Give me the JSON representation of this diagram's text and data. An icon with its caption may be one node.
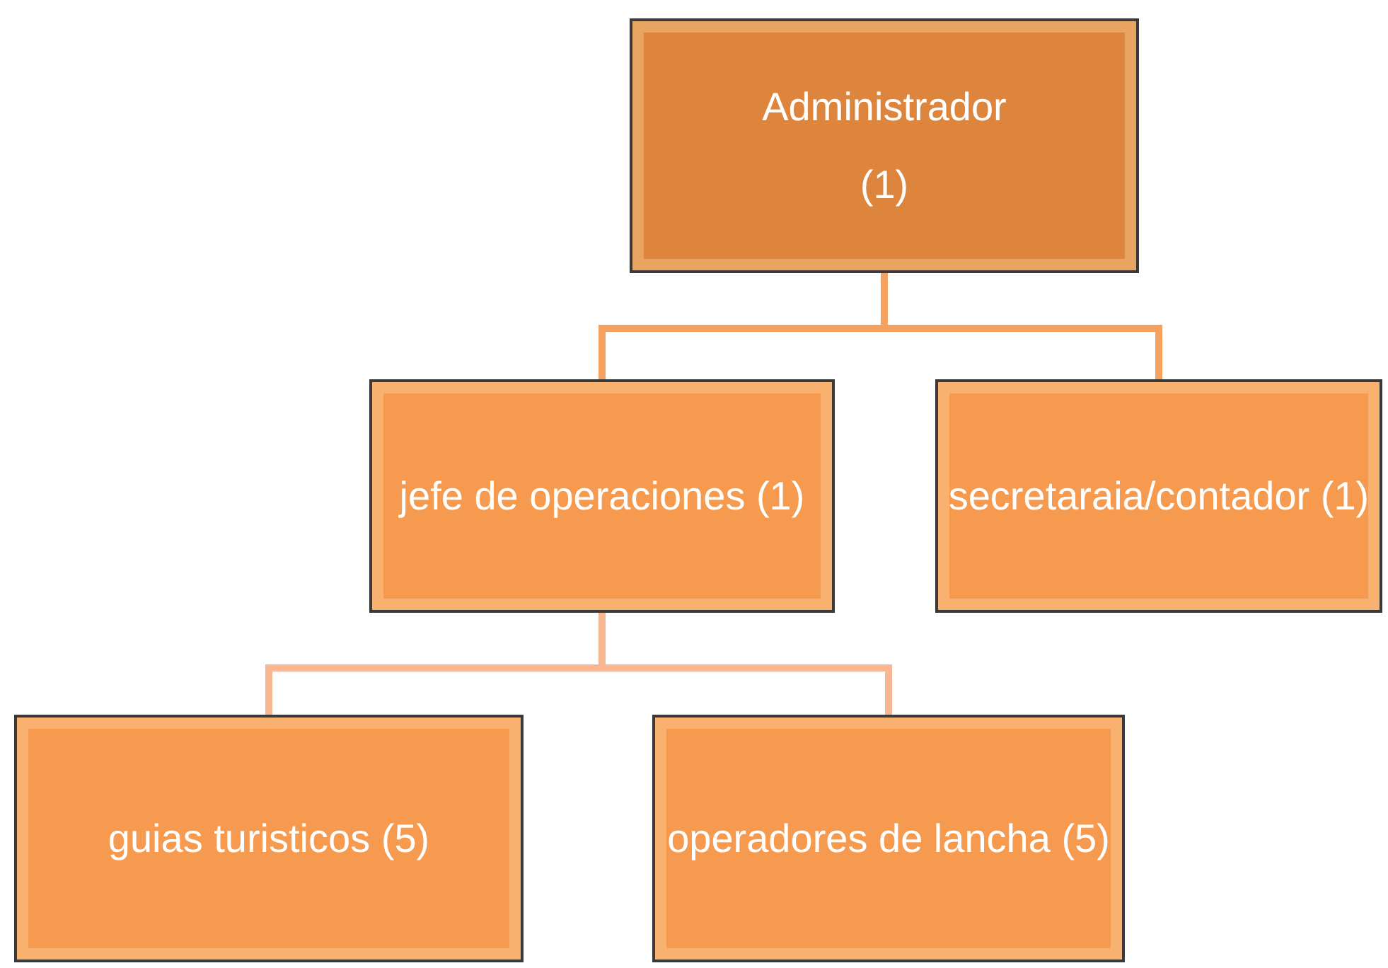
{
  "diagram": {
    "nodes": [
      {
        "text": [
          "Administrador",
          "(1)"
        ]
      },
      {
        "text": [
          "jefe de operaciones (1)"
        ]
      },
      {
        "text": [
          "secretaraia/contador (1)"
        ]
      },
      {
        "text": [
          "guias turisticos (5)"
        ]
      },
      {
        "text": [
          "operadores de lancha (5)"
        ]
      }
    ],
    "edges": [
      {
        "from": 0,
        "to": 1,
        "arrow": "none",
        "color": "#f5a160"
      },
      {
        "from": 0,
        "to": 2,
        "arrow": "none",
        "color": "#f5a160"
      },
      {
        "from": 1,
        "to": 3,
        "arrow": "none",
        "color": "#f8b792"
      },
      {
        "from": 1,
        "to": 4,
        "arrow": "none",
        "color": "#f8b792"
      }
    ]
  }
}
